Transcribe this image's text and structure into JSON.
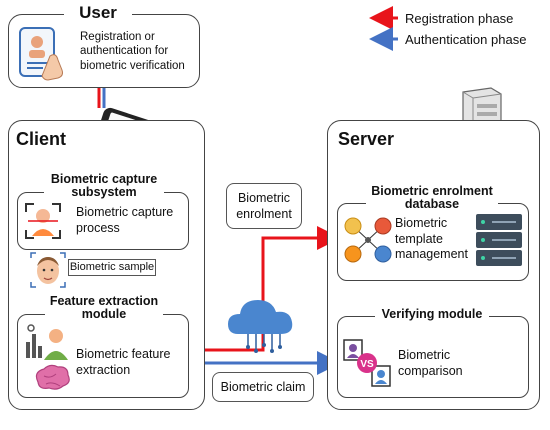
{
  "legend": {
    "registration": "Registration phase",
    "authentication": "Authentication phase",
    "registration_color": "#e8141b",
    "authentication_color": "#4472c4"
  },
  "user": {
    "title": "User",
    "description": "Registration or authentication for biometric verification"
  },
  "client": {
    "title": "Client",
    "capture_subsystem": {
      "title": "Biometric capture subsystem",
      "process": "Biometric capture process"
    },
    "sample_label": "Biometric sample",
    "feature_module": {
      "title": "Feature extraction module",
      "process": "Biometric feature extraction"
    }
  },
  "server": {
    "title": "Server",
    "database": {
      "title": "Biometric enrolment database",
      "management": "Biometric template management"
    },
    "verifying": {
      "title": "Verifying module",
      "comparison": "Biometric comparison"
    }
  },
  "callouts": {
    "enrolment": "Biometric enrolment",
    "claim": "Biometric claim"
  }
}
